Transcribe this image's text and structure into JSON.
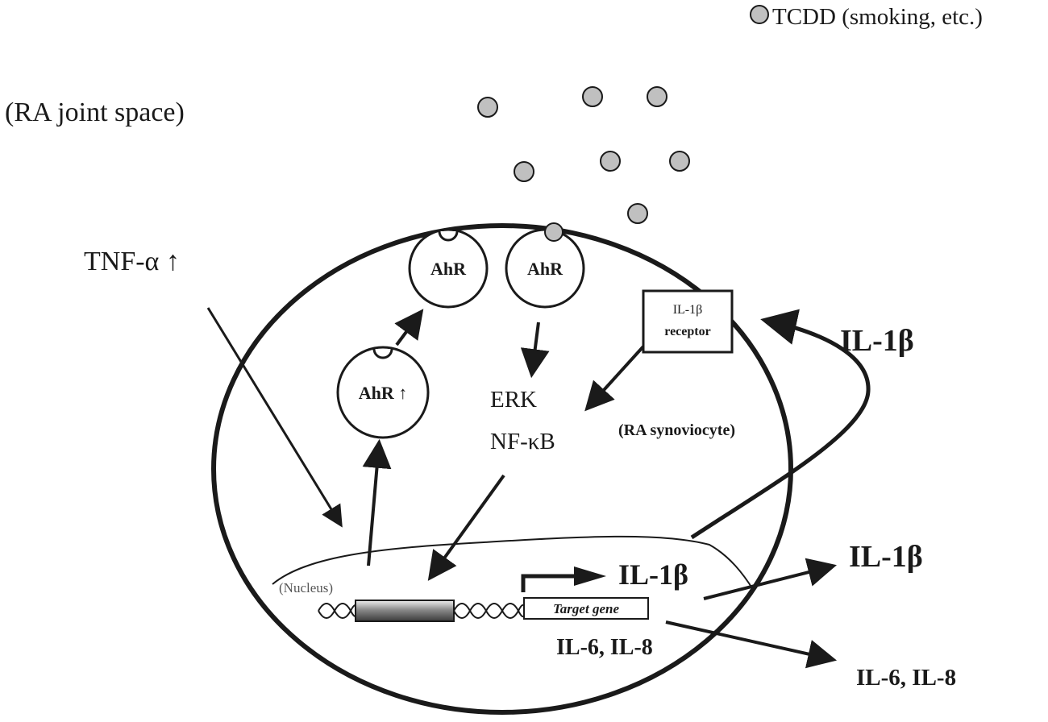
{
  "legend": {
    "label": "TCDD (smoking, etc.)",
    "marker_color": "#c0c0c0"
  },
  "context_label": "(RA joint space)",
  "stimulus_label": "TNF-α ↑",
  "cell_label": "(RA synoviocyte)",
  "nucleus_label": "(Nucleus)",
  "receptors": [
    {
      "label": "AhR"
    },
    {
      "label": "AhR"
    },
    {
      "label": "AhR ↑"
    }
  ],
  "il1b_receptor": {
    "line1": "IL-1β",
    "line2": "receptor"
  },
  "signaling": {
    "line1": "ERK",
    "line2": "NF-κB"
  },
  "target_gene_label": "Target gene",
  "transcription_label": "IL-1β",
  "feedback_label": "IL-1β",
  "secreted_il1b": "IL-1β",
  "intracellular_cytokines": "IL-6, IL-8",
  "secreted_cytokines": "IL-6, IL-8",
  "colors": {
    "ink": "#1a1a1a",
    "tcdd": "#c0c0c0"
  }
}
